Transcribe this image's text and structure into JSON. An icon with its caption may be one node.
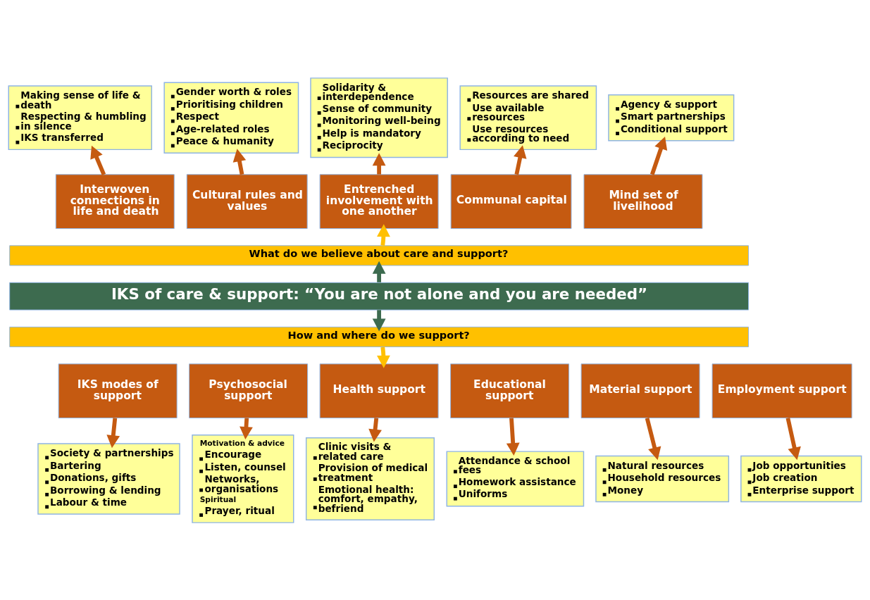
{
  "diagram": {
    "nodes": [
      {
        "text": [
          "Making sense of life & death",
          "Respecting & humbling in silence",
          "IKS transferred"
        ]
      },
      {
        "text": [
          "Gender worth & roles",
          "Prioritising children",
          "Respect",
          "Age-related roles",
          "Peace & humanity"
        ]
      },
      {
        "text": [
          "Solidarity & interdependence",
          "Sense of community",
          "Monitoring well-being",
          "Help is mandatory",
          "Reciprocity"
        ]
      },
      {
        "text": [
          "Resources are shared",
          "Use available resources",
          "Use resources according to need"
        ]
      },
      {
        "text": [
          "Agency & support",
          "Smart partnerships",
          "Conditional support"
        ]
      },
      {
        "text": [
          "Interwoven connections in life and death"
        ]
      },
      {
        "text": [
          "Cultural rules and values"
        ]
      },
      {
        "text": [
          "Entrenched involvement with one another"
        ]
      },
      {
        "text": [
          "Communal capital"
        ]
      },
      {
        "text": [
          "Mind set of livelihood"
        ]
      },
      {
        "text": [
          "What do we believe about care and support?"
        ]
      },
      {
        "text": [
          "IKS of care & support: “You are not alone and you are needed”"
        ]
      },
      {
        "text": [
          "How and where do we support?"
        ]
      },
      {
        "text": [
          "IKS modes of support"
        ]
      },
      {
        "text": [
          "Psychosocial support"
        ]
      },
      {
        "text": [
          "Health support"
        ]
      },
      {
        "text": [
          "Educational support"
        ]
      },
      {
        "text": [
          "Material support"
        ]
      },
      {
        "text": [
          "Employment support"
        ]
      },
      {
        "text": [
          "Society & partnerships",
          "Bartering",
          "Donations, gifts",
          "Borrowing & lending",
          "Labour & time"
        ]
      },
      {
        "text": [
          "Motivation & advice",
          "Encourage",
          "Listen, counsel",
          "Networks, organisations",
          "Spiritual",
          "Prayer, ritual"
        ]
      },
      {
        "text": [
          "Clinic visits & related care",
          "Provision of medical treatment",
          "Emotional health: comfort, empathy, befriend"
        ]
      },
      {
        "text": [
          "Attendance & school fees",
          "Homework assistance",
          "Uniforms"
        ]
      },
      {
        "text": [
          "Natural resources",
          "Household resources",
          "Money"
        ]
      },
      {
        "text": [
          "Job opportunities",
          "Job creation",
          "Enterprise support"
        ]
      }
    ],
    "edges": [
      {
        "from": 5,
        "to": 0,
        "arrow": "to"
      },
      {
        "from": 6,
        "to": 1,
        "arrow": "to"
      },
      {
        "from": 7,
        "to": 2,
        "arrow": "to"
      },
      {
        "from": 8,
        "to": 3,
        "arrow": "to"
      },
      {
        "from": 9,
        "to": 4,
        "arrow": "to"
      },
      {
        "from": 10,
        "to": 7,
        "arrow": "to",
        "color": "#ffc000"
      },
      {
        "from": 11,
        "to": 10,
        "arrow": "to",
        "color": "#3d6b4f"
      },
      {
        "from": 11,
        "to": 12,
        "arrow": "to",
        "color": "#3d6b4f"
      },
      {
        "from": 12,
        "to": 15,
        "arrow": "to",
        "color": "#ffc000"
      },
      {
        "from": 13,
        "to": 19,
        "arrow": "to"
      },
      {
        "from": 14,
        "to": 20,
        "arrow": "to"
      },
      {
        "from": 15,
        "to": 21,
        "arrow": "to"
      },
      {
        "from": 16,
        "to": 22,
        "arrow": "to"
      },
      {
        "from": 17,
        "to": 23,
        "arrow": "to"
      },
      {
        "from": 18,
        "to": 24,
        "arrow": "to"
      }
    ]
  }
}
